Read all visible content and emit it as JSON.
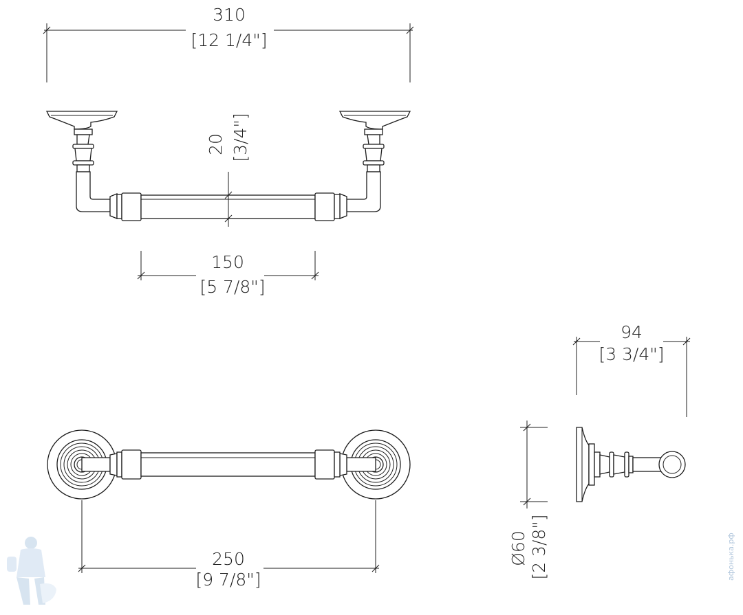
{
  "dimensions": {
    "overall_width": {
      "mm": "310",
      "inch": "[12 1/4\"]"
    },
    "bar_diameter": {
      "mm": "20",
      "inch": "[3/4\"]"
    },
    "bar_length": {
      "mm": "150",
      "inch": "[5 7/8\"]"
    },
    "depth": {
      "mm": "94",
      "inch": "[3 3/4\"]"
    },
    "rosette_diameter": {
      "mm": "Ø60",
      "inch": "[2 3/8\"]"
    },
    "center_distance": {
      "mm": "250",
      "inch": "[9 7/8\"]"
    }
  },
  "watermark": {
    "text": "афонька.рф"
  }
}
